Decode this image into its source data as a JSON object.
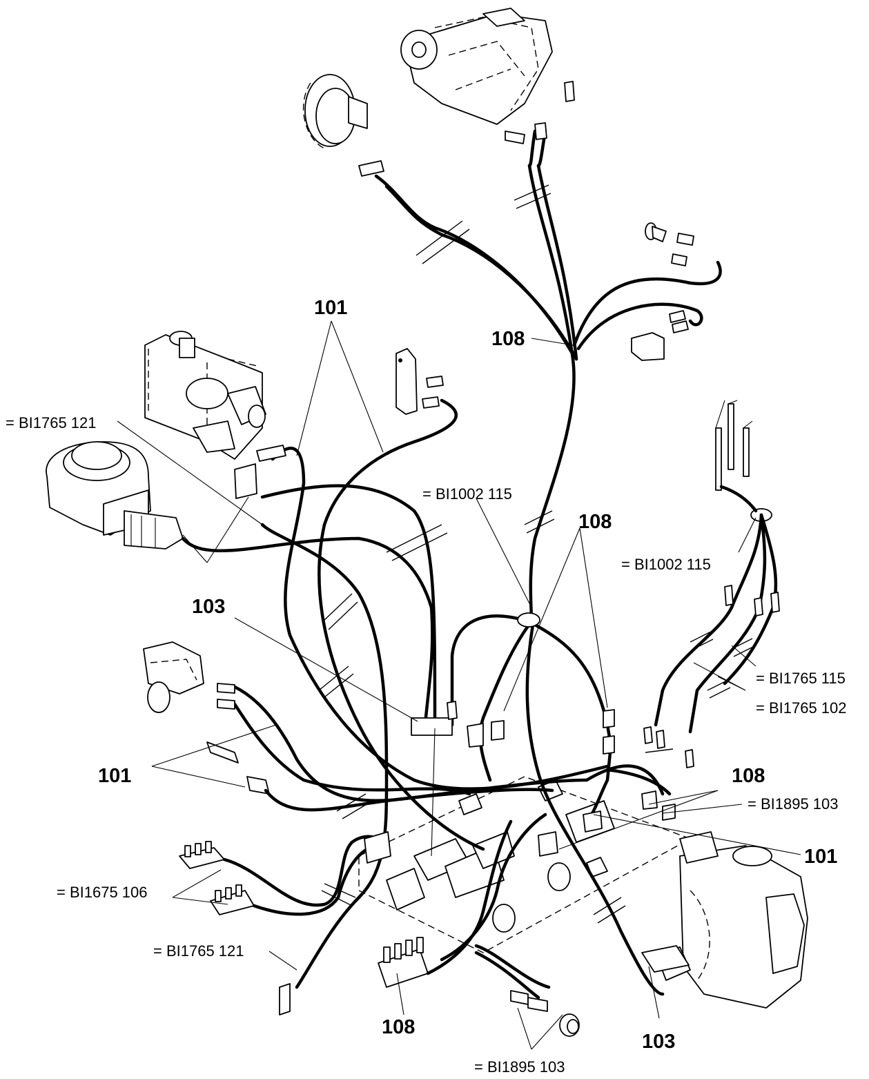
{
  "labels": {
    "p101_top": "101",
    "p108_mid": "108",
    "p108_right": "108",
    "p103_left": "103",
    "p101_left": "101",
    "p108_pcb": "108",
    "p101_right": "101",
    "p108_bottom": "108",
    "p103_bottom": "103",
    "ref_bl1765_121_top": "= BI1765 121",
    "ref_bl1002_115_center": "= BI1002 115",
    "ref_bl1002_115_right": "= BI1002 115",
    "ref_bl1765_115": "= BI1765 115",
    "ref_bl1765_102": "= BI1765 102",
    "ref_bl1895_103_right": "= BI1895 103",
    "ref_bl1675_106": "= BI1675 106",
    "ref_bl1765_121_bottom": "= BI1765 121",
    "ref_bl1895_103_bottom": "= BI1895 103"
  }
}
